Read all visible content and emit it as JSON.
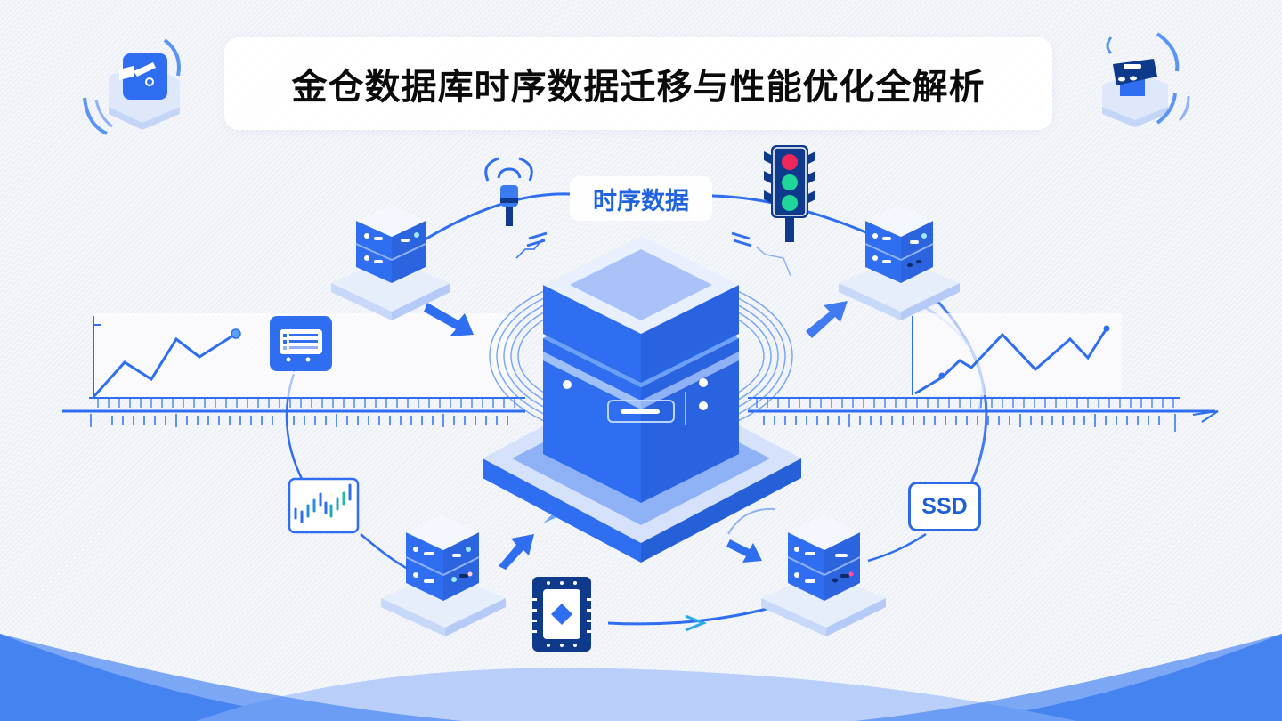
{
  "title": "金仓数据库时序数据迁移与性能优化全解析",
  "center_label": "时序数据",
  "storage_label": "SSD",
  "colors": {
    "primary_blue": "#2f6ef0",
    "light_blue": "#8fb2f7",
    "pale_blue": "#dde7fb",
    "navy": "#0f3a8c",
    "background": "#f4f6fa",
    "traffic_red": "#f0285a",
    "traffic_green": "#1fd79a"
  },
  "icons": [
    "robot-icon-top-left",
    "printer-icon-top-right",
    "sensor-beacon-icon",
    "traffic-light-icon",
    "central-database-server",
    "server-node-top-left",
    "server-node-top-right",
    "server-node-bottom-left",
    "server-node-bottom-right",
    "dashboard-monitor-icon",
    "candlestick-chart-icon",
    "cpu-chip-icon",
    "line-chart-left",
    "line-chart-right",
    "timeline-axis"
  ],
  "chart_left": {
    "points": [
      [
        0,
        0
      ],
      [
        27,
        -40
      ],
      [
        53,
        -20
      ],
      [
        78,
        -65
      ],
      [
        100,
        -45
      ],
      [
        133,
        -72
      ]
    ]
  },
  "chart_right": {
    "points": [
      [
        0,
        0
      ],
      [
        30,
        -18
      ],
      [
        50,
        -36
      ],
      [
        63,
        -28
      ],
      [
        100,
        -65
      ],
      [
        138,
        -30
      ],
      [
        176,
        -62
      ],
      [
        192,
        -40
      ],
      [
        212,
        -72
      ]
    ]
  }
}
